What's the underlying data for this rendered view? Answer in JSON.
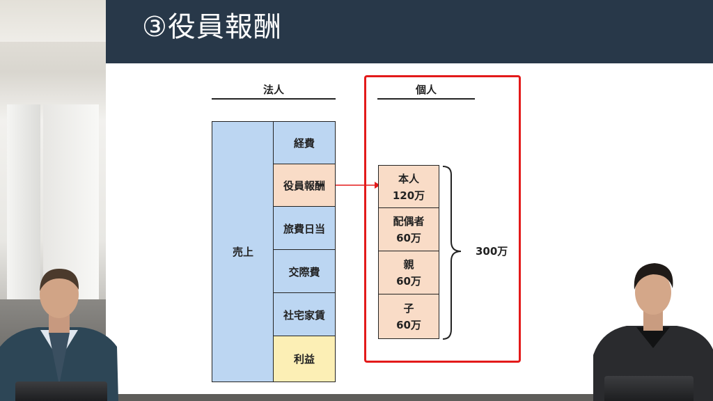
{
  "header": {
    "title": "③役員報酬"
  },
  "corporate": {
    "heading": "法人",
    "sales_label": "売上",
    "items": [
      "経費",
      "役員報酬",
      "旅費日当",
      "交際費",
      "社宅家賃",
      "利益"
    ]
  },
  "individual": {
    "heading": "個人",
    "items": [
      {
        "name": "本人",
        "amount": "120万"
      },
      {
        "name": "配偶者",
        "amount": "60万"
      },
      {
        "name": "親",
        "amount": "60万"
      },
      {
        "name": "子",
        "amount": "60万"
      }
    ],
    "total": "300万"
  },
  "colors": {
    "header_bg": "#283849",
    "sales_fill": "#bcd6f2",
    "remuneration_fill": "#f9dcc7",
    "profit_fill": "#fcefb5",
    "highlight": "#e31a1a"
  }
}
